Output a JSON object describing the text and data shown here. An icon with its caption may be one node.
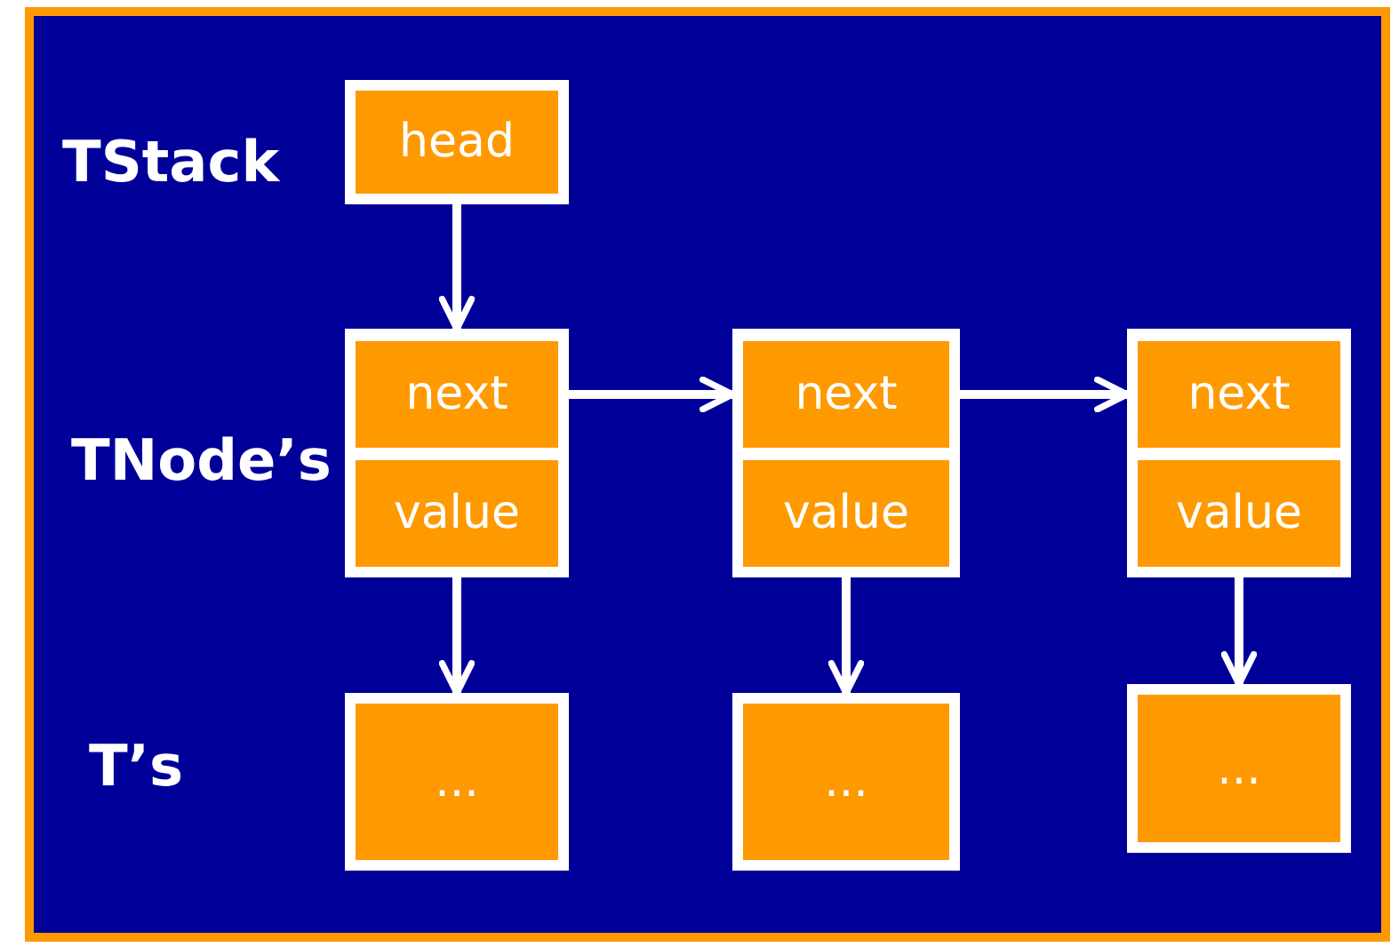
{
  "diagram": {
    "nodes": [
      {
        "text": [
          "head"
        ]
      },
      {
        "text": [],
        "shape": "box"
      },
      {
        "text": [
          "next"
        ],
        "in": 1
      },
      {
        "text": [
          "value"
        ],
        "in": 1
      },
      {
        "text": [],
        "shape": "box"
      },
      {
        "text": [
          "next"
        ],
        "in": 4
      },
      {
        "text": [
          "value"
        ],
        "in": 4
      },
      {
        "text": [],
        "shape": "box"
      },
      {
        "text": [
          "next"
        ],
        "in": 7
      },
      {
        "text": [
          "value"
        ],
        "in": 7
      },
      {
        "text": [
          "..."
        ]
      },
      {
        "text": [
          "..."
        ]
      },
      {
        "text": [
          "..."
        ]
      }
    ],
    "edges": [
      {
        "from": 0,
        "to": 1,
        "arrow": "to"
      },
      {
        "from": 2,
        "to": 4,
        "arrow": "to"
      },
      {
        "from": 5,
        "to": 7,
        "arrow": "to"
      },
      {
        "from": 3,
        "to": 10,
        "arrow": "to"
      },
      {
        "from": 6,
        "to": 11,
        "arrow": "to"
      },
      {
        "from": 9,
        "to": 12,
        "arrow": "to"
      }
    ],
    "labels": [
      "TStack",
      "TNode’s",
      "T’s"
    ]
  }
}
